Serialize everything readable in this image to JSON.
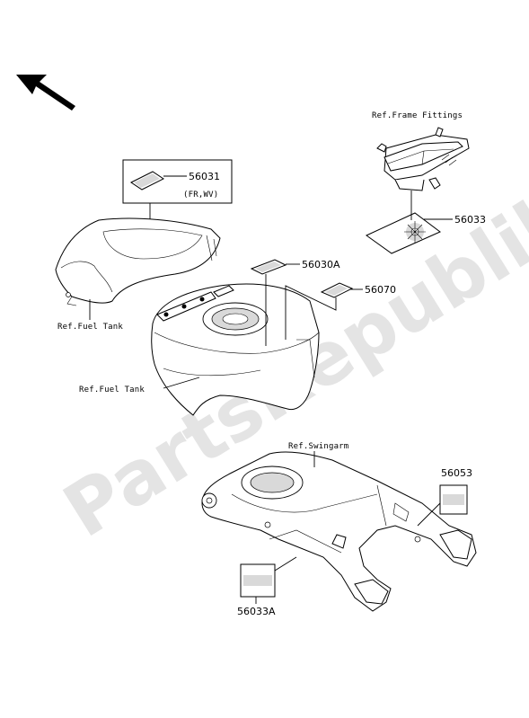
{
  "watermark": "PartsRepublik",
  "references": {
    "frame_fittings": "Ref.Frame Fittings",
    "fuel_tank_upper": "Ref.Fuel Tank",
    "fuel_tank_lower": "Ref.Fuel Tank",
    "swingarm": "Ref.Swingarm"
  },
  "parts": {
    "p56031": "56031",
    "p56031_note": "(FR,WV)",
    "p56033": "56033",
    "p56030A": "56030A",
    "p56070": "56070",
    "p56053": "56053",
    "p56033A": "56033A"
  },
  "icons": {
    "direction": "front-direction-arrow-icon"
  }
}
